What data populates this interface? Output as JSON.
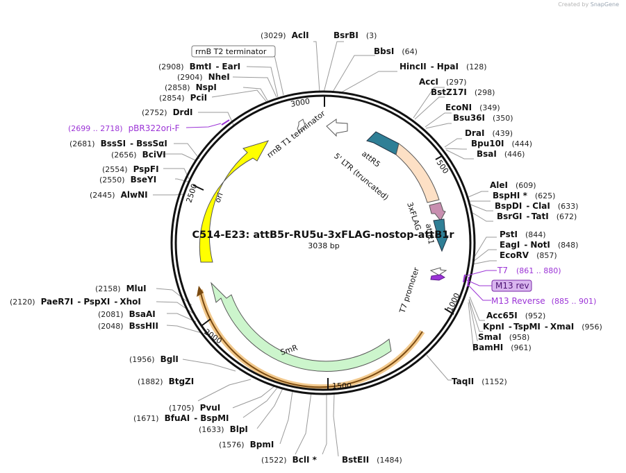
{
  "attribution": {
    "created_by": "Created by",
    "app": "SnapGene"
  },
  "plasmid": {
    "name": "C514-E23: attB5r-RU5u-3xFLAG-nostop-attB1r",
    "size": "3038 bp"
  },
  "ticks": [
    "500",
    "1000",
    "1500",
    "2000",
    "2500",
    "3000"
  ],
  "features": {
    "rrnB_T2": "rrnB T2 terminator",
    "rrnB_T1": "rrnB T1 terminator",
    "ltr": "5' LTR (truncated)",
    "attR5": "attR5",
    "flag": "3xFLAG",
    "attR1": "attR1",
    "t7promoter": "T7 promoter",
    "ori": "ori",
    "smr": "SmR"
  },
  "primers": {
    "pbr_pos": "(2699 .. 2718)",
    "pbr_name": "pBR322ori-F",
    "t7_name": "T7",
    "t7_pos": "(861 .. 880)",
    "m13rev": "M13 rev",
    "m13reverse_name": "M13 Reverse",
    "m13reverse_pos": "(885 .. 901)"
  },
  "enzymes": {
    "acli": {
      "pos": "(3029)",
      "name": "AclI"
    },
    "bsrbi": {
      "name": "BsrBI",
      "pos": "(3)"
    },
    "bbsi": {
      "name": "BbsI",
      "pos": "(64)"
    },
    "hincii": {
      "name1": "HincII",
      "sep": "-",
      "name2": "HpaI",
      "pos": "(128)"
    },
    "acci": {
      "name": "AccI",
      "pos": "(297)"
    },
    "bstz17i": {
      "name": "BstZ17I",
      "pos": "(298)"
    },
    "econi": {
      "name": "EcoNI",
      "pos": "(349)"
    },
    "bsu36i": {
      "name": "Bsu36I",
      "pos": "(350)"
    },
    "drai": {
      "name": "DraI",
      "pos": "(439)"
    },
    "bpu10i": {
      "name": "Bpu10I",
      "pos": "(444)"
    },
    "bsai": {
      "name": "BsaI",
      "pos": "(446)"
    },
    "alei": {
      "name": "AleI",
      "pos": "(609)"
    },
    "bsphi": {
      "name": "BspHI *",
      "pos": "(625)"
    },
    "bspdi": {
      "name1": "BspDI",
      "sep": "-",
      "name2": "ClaI",
      "pos": "(633)"
    },
    "bsrgi": {
      "name1": "BsrGI",
      "sep": "-",
      "name2": "TatI",
      "pos": "(672)"
    },
    "psti": {
      "name": "PstI",
      "pos": "(844)"
    },
    "eagi": {
      "name1": "EagI",
      "sep": "-",
      "name2": "NotI",
      "pos": "(848)"
    },
    "ecorv": {
      "name": "EcoRV",
      "pos": "(857)"
    },
    "acc65i": {
      "name": "Acc65I",
      "pos": "(952)"
    },
    "kpni": {
      "name1": "KpnI",
      "sep": "-",
      "name2": "TspMI",
      "sep2": "-",
      "name3": "XmaI",
      "pos": "(956)"
    },
    "smai": {
      "name": "SmaI",
      "pos": "(958)"
    },
    "bamhi": {
      "name": "BamHI",
      "pos": "(961)"
    },
    "taqii": {
      "name": "TaqII",
      "pos": "(1152)"
    },
    "bsteii": {
      "name": "BstEII",
      "pos": "(1484)"
    },
    "bcli": {
      "pos": "(1522)",
      "name": "BclI *"
    },
    "bpmi": {
      "pos": "(1576)",
      "name": "BpmI"
    },
    "blpi": {
      "pos": "(1633)",
      "name": "BlpI"
    },
    "bfuai": {
      "pos": "(1671)",
      "name1": "BfuAI",
      "sep": "-",
      "name2": "BspMI"
    },
    "pvui": {
      "pos": "(1705)",
      "name": "PvuI"
    },
    "btgzi": {
      "pos": "(1882)",
      "name": "BtgZI"
    },
    "bgli": {
      "pos": "(1956)",
      "name": "BglI"
    },
    "bsshii": {
      "pos": "(2048)",
      "name": "BssHII"
    },
    "bsaai": {
      "pos": "(2081)",
      "name": "BsaAI"
    },
    "paer7i": {
      "pos": "(2120)",
      "name1": "PaeR7I",
      "sep": "-",
      "name2": "PspXI",
      "sep2": "-",
      "name3": "XhoI"
    },
    "mlui": {
      "pos": "(2158)",
      "name": "MluI"
    },
    "alwni": {
      "pos": "(2445)",
      "name": "AlwNI"
    },
    "bseyi": {
      "pos": "(2550)",
      "name": "BseYI"
    },
    "pspfi": {
      "pos": "(2554)",
      "name": "PspFI"
    },
    "bcivi": {
      "pos": "(2656)",
      "name": "BciVI"
    },
    "bsssi": {
      "pos": "(2681)",
      "name1": "BssSI",
      "sep": "-",
      "name2": "BssSαI"
    },
    "drdi": {
      "pos": "(2752)",
      "name": "DrdI"
    },
    "pcii": {
      "pos": "(2854)",
      "name": "PciI"
    },
    "nspi": {
      "pos": "(2858)",
      "name": "NspI"
    },
    "nhei": {
      "pos": "(2904)",
      "name": "NheI"
    },
    "bmti": {
      "pos": "(2908)",
      "name1": "BmtI",
      "sep": "-",
      "name2": "EarI"
    }
  },
  "colors": {
    "backbone": "#111111",
    "ori": "#ffff00",
    "smr": "#ccf5cc",
    "ltr": "#fde0c5",
    "attR": "#2f7f96",
    "flag": "#c88fb0",
    "primer": "#9b33d6",
    "highlight": "#e8a030"
  }
}
